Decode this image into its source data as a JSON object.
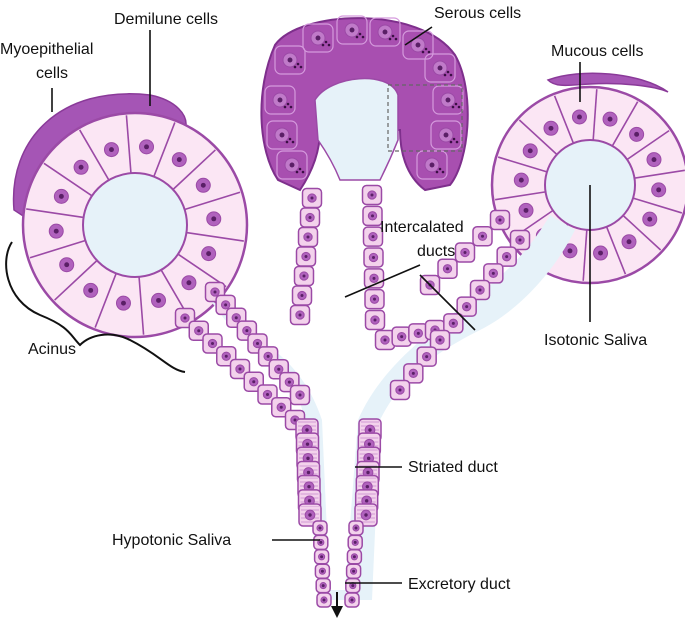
{
  "labels": {
    "myoepithelial": [
      "Myoepithelial",
      "cells"
    ],
    "demilune": "Demilune cells",
    "serous": "Serous cells",
    "mucous": "Mucous cells",
    "intercalated": [
      "Intercalated",
      "ducts"
    ],
    "acinus": "Acinus",
    "isotonic": "Isotonic Saliva",
    "striated": "Striated duct",
    "hypotonic": "Hypotonic Saliva",
    "excretory": "Excretory duct"
  },
  "colors": {
    "lumen": "#e6f2f9",
    "cell_outline": "#9b4aa6",
    "mucous_cell": "#fbe6f4",
    "transitional_cell": "#eec0e4",
    "serous_cell": "#a84fb0",
    "myoepithelial": "#a555b5",
    "duct_cell": "#f3d2ec",
    "nucleus": "#b062bd",
    "nucleus_center": "#5a1f66",
    "leader_line": "#111111"
  }
}
